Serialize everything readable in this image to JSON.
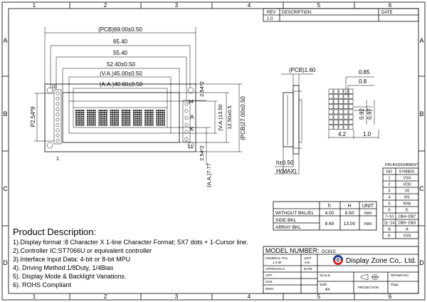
{
  "border": {
    "columns": [
      "1",
      "2",
      "3",
      "4",
      "5",
      "6"
    ],
    "rows": [
      "A",
      "B",
      "C",
      "D"
    ]
  },
  "revision_block": {
    "headers": [
      "REV",
      "DESCRIPTION:",
      "DATE"
    ],
    "rev_value": "1.0"
  },
  "front_view": {
    "dim_pcb_width": "(PCB)69.00±0.50",
    "dim_65_40": "65.40",
    "dim_55_40": "55.40",
    "dim_52_40": "52.40±0.50",
    "dim_va_width": "(V.A.)45.00±0.50",
    "dim_aa_width": "(A.A.)40.60±0.50",
    "dim_pin_pitch_left": "P2.54*9",
    "dim_pin_pitch_right_top": "2.54*2",
    "dim_pin_pitch_right_bottom": "2.54*2",
    "dim_va_height": "(V.A.)13.50",
    "dim_aa_height": "(A.A.)7.77",
    "dim_12_50": "12.50±0.5",
    "dim_pcb_height": "(PCB)27.00±0.50",
    "pin_labels": {
      "p10": "10",
      "p1": "1",
      "p14": "14",
      "pA": "A",
      "pK": "K",
      "p11": "11"
    }
  },
  "side_view": {
    "dim_pcb": "(PCB)1.60",
    "dim_h": "h±0.50",
    "dim_hmax": "H(MAX)"
  },
  "detail": {
    "dim_0_85": "0.85",
    "dim_0_8": "0.8",
    "dim_0_92": "0.92",
    "dim_0_97": "0.97",
    "dim_4_2": "4.2",
    "dim_1_0": "1.0"
  },
  "pin_assignment": {
    "title": "PIN ASSIGNMENT",
    "headers": [
      "NO",
      "SYMBOL"
    ],
    "rows": [
      [
        "1",
        "VSS"
      ],
      [
        "2",
        "VDD"
      ],
      [
        "3",
        "V0"
      ],
      [
        "4",
        "RS"
      ],
      [
        "5",
        "R/W"
      ],
      [
        "6",
        "E"
      ],
      [
        "7~10",
        "DB4~DB7"
      ],
      [
        "11~14",
        "DB0~DB3"
      ],
      [
        "A",
        "A"
      ],
      [
        "K",
        "VSS"
      ]
    ]
  },
  "thickness_table": {
    "headers": [
      "",
      "h",
      "H",
      "UNIT"
    ],
    "rows": [
      [
        "WITHOUT BKL/EL",
        "4.00",
        "8.50",
        "mm"
      ],
      [
        "SIDE BKL",
        "8.60",
        "13.00",
        "mm"
      ],
      [
        "ARRAY BKL",
        "",
        "",
        ""
      ]
    ]
  },
  "description": {
    "title": "Product Description:",
    "lines": [
      "1).Display format :8 Character X 1-line Character Format; 5X7 dots + 1-Cursor line.",
      "2).Controller IC:ST7066U or equivalent controller",
      "3).Interface Input Data: 4-bit or 8-bit MPU",
      "4). Driving Method:1/8Duty, 1/4Bias",
      "5). Display Mode & Backlight Variations.",
      "6). ROHS Compliant"
    ]
  },
  "title_block": {
    "model_label": "MODEL NUMBER:",
    "model_value": "DC81D",
    "general_tol_label": "GENERAL TOL:",
    "general_tol_value": "± 0.30",
    "unit_label": "UNIT",
    "unit_value": "mm",
    "approvals": "APPROVALS",
    "date": "DATE",
    "app": "APP:",
    "chk": "CHK:",
    "dwn": "DWN:",
    "company": "Display Zone Co,. Ltd.",
    "scale": "SCALE:",
    "drawn_no": "DRAWN NO.",
    "size": "SIZE:",
    "size_value": "A4",
    "projection": "PROJECTION",
    "page": "Page:",
    "logo_letter": "D"
  }
}
